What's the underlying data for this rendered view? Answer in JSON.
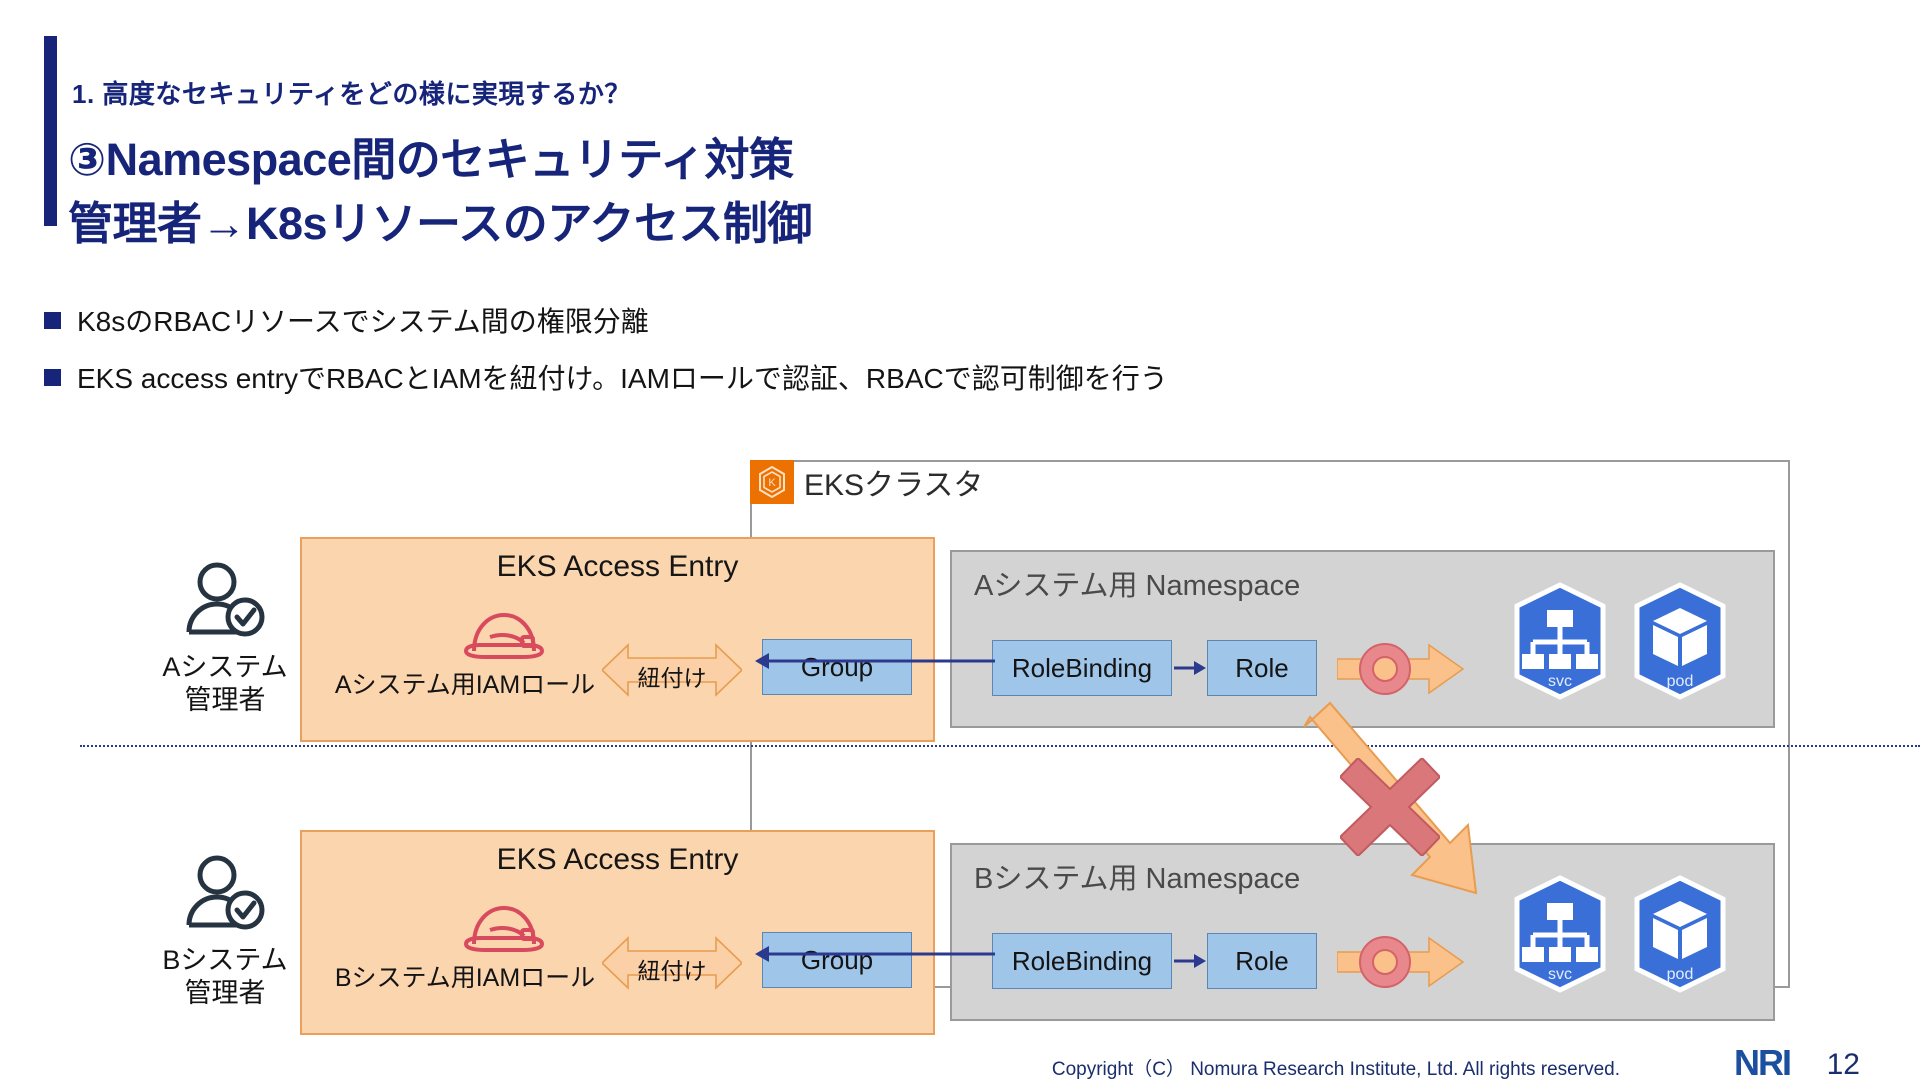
{
  "slide": {
    "eyebrow": "1. 高度なセキュリティをどの様に実現するか？",
    "title_line_1": "③Namespace間のセキュリティ対策",
    "title_line_2": "管理者→K8sリソースのアクセス制御",
    "accent_color": "#16247a"
  },
  "bullets": [
    {
      "text": "K8sのRBACリソースでシステム間の権限分離"
    },
    {
      "text": "EKS access entryでRBACとIAMを紐付け。IAMロールで認証、RBACで認可制御を行う"
    }
  ],
  "diagram": {
    "cluster": {
      "icon": "eks-cluster-icon",
      "label": "EKSクラスタ",
      "icon_color": "#ed7100"
    },
    "rows": [
      {
        "admin": {
          "icon": "user-verified-icon",
          "label_line_1": "Aシステム",
          "label_line_2": "管理者"
        },
        "access_entry": {
          "title": "EKS Access Entry",
          "iam_icon": "hard-hat-icon",
          "iam_role_label": "Aシステム用IAMロール",
          "link_label": "紐付け",
          "group_label": "Group",
          "fill_color": "#fbd5ae",
          "border_color": "#e8a05c"
        },
        "namespace": {
          "title": "Aシステム用 Namespace",
          "rolebinding_label": "RoleBinding",
          "role_label": "Role",
          "fill_color": "#d3d3d3",
          "resources": [
            {
              "icon": "k8s-svc-icon",
              "label": "svc"
            },
            {
              "icon": "k8s-pod-icon",
              "label": "pod"
            }
          ]
        }
      },
      {
        "admin": {
          "icon": "user-verified-icon",
          "label_line_1": "Bシステム",
          "label_line_2": "管理者"
        },
        "access_entry": {
          "title": "EKS Access Entry",
          "iam_icon": "hard-hat-icon",
          "iam_role_label": "Bシステム用IAMロール",
          "link_label": "紐付け",
          "group_label": "Group",
          "fill_color": "#fbd5ae",
          "border_color": "#e8a05c"
        },
        "namespace": {
          "title": "Bシステム用 Namespace",
          "rolebinding_label": "RoleBinding",
          "role_label": "Role",
          "fill_color": "#d3d3d3",
          "resources": [
            {
              "icon": "k8s-svc-icon",
              "label": "svc"
            },
            {
              "icon": "k8s-pod-icon",
              "label": "pod"
            }
          ]
        }
      }
    ],
    "blocked_access": {
      "icon": "cross-block-icon",
      "arrow_color": "#f7b878",
      "cross_color": "#d96b6b"
    }
  },
  "footer": {
    "copyright": "Copyright（C）  Nomura Research Institute, Ltd. All rights reserved.",
    "logo": "NRI",
    "page_number": "12"
  }
}
